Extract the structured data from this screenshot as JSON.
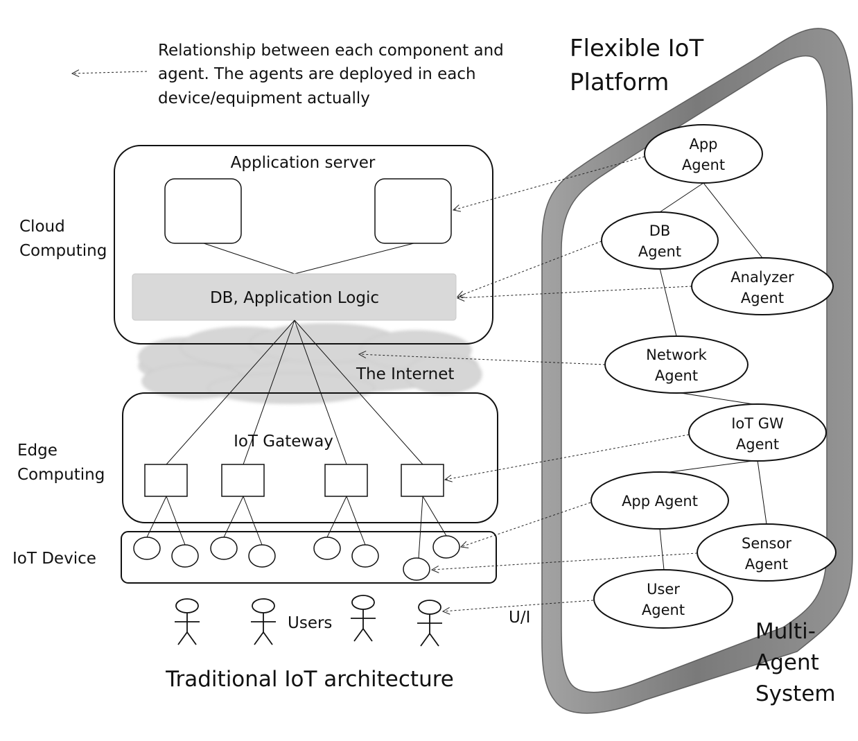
{
  "legend": {
    "lines": [
      "Relationship between each component and",
      "agent. The agents are deployed in each",
      "device/equipment actually"
    ]
  },
  "platform": {
    "title_lines": [
      "Flexible IoT",
      "Platform"
    ]
  },
  "mas": {
    "label_lines": [
      "Multi-",
      "Agent",
      "System"
    ]
  },
  "tiers": {
    "cloud_lines": [
      "Cloud",
      "Computing"
    ],
    "edge_lines": [
      "Edge",
      "Computing"
    ],
    "device": "IoT Device"
  },
  "cloud": {
    "app_server_label": "Application server",
    "db_logic_label": "DB, Application Logic"
  },
  "internet": {
    "label": "The Internet"
  },
  "edge": {
    "gateway_label": "IoT Gateway"
  },
  "users": {
    "label": "Users"
  },
  "ui_label": "U/I",
  "caption": "Traditional IoT architecture",
  "agents": {
    "app_top": [
      "App",
      "Agent"
    ],
    "db": [
      "DB",
      "Agent"
    ],
    "analyzer": [
      "Analyzer",
      "Agent"
    ],
    "network": [
      "Network",
      "Agent"
    ],
    "iot_gw": [
      "IoT GW",
      "Agent"
    ],
    "app_mid": "App Agent",
    "sensor": [
      "Sensor",
      "Agent"
    ],
    "user": [
      "User",
      "Agent"
    ]
  },
  "colors": {
    "frame": "#8a8a8a",
    "db_box": "#d9d9d9",
    "cloud": "#d6d6d6"
  }
}
